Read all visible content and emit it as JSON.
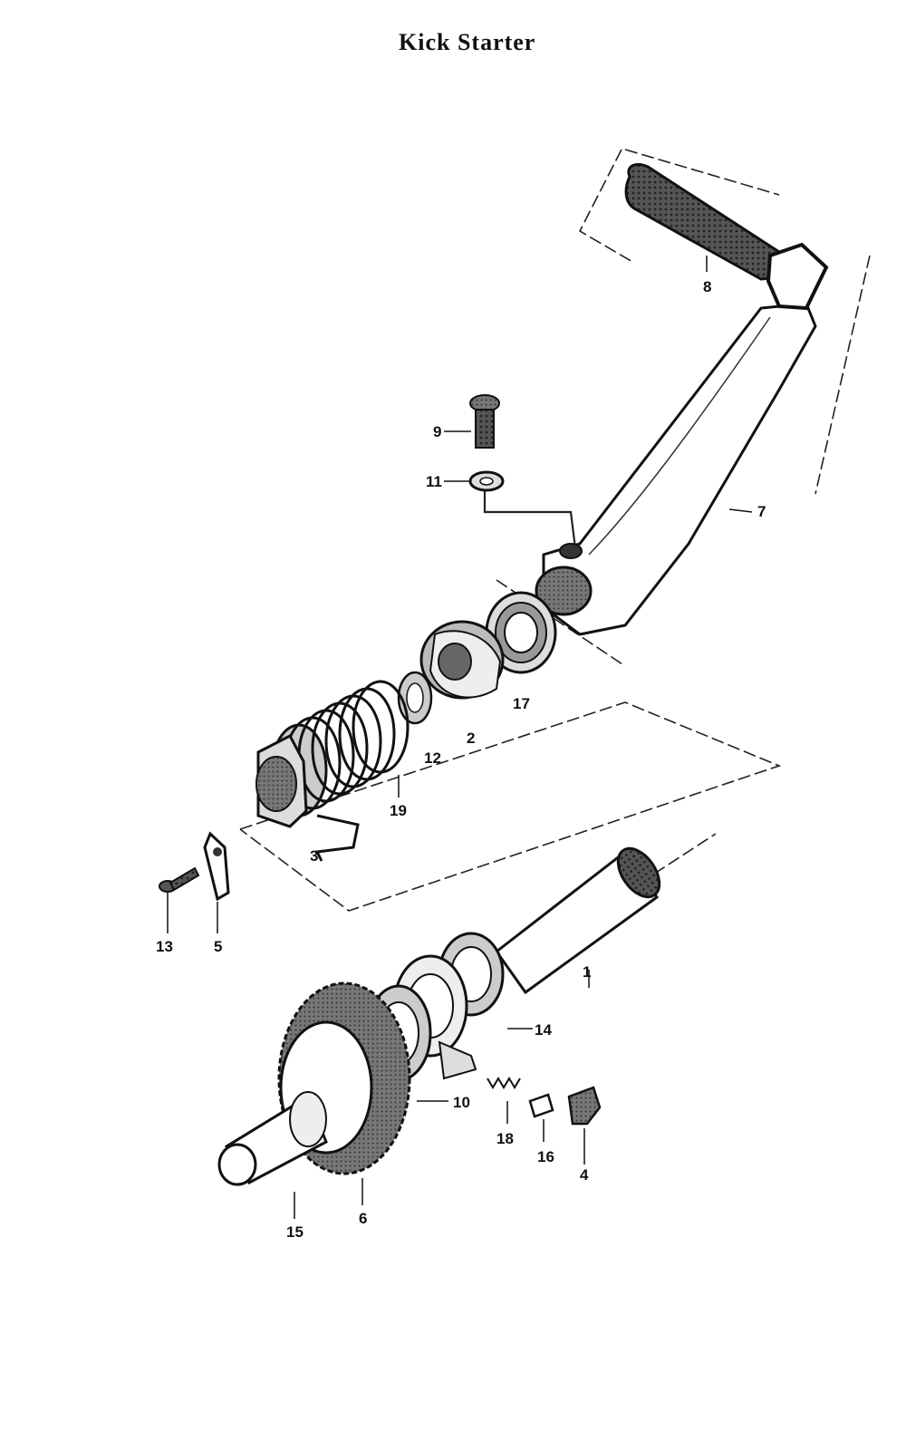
{
  "title": "Kick Starter",
  "parts": [
    {
      "id": "p1",
      "number": "1"
    },
    {
      "id": "p2",
      "number": "2"
    },
    {
      "id": "p3",
      "number": "3"
    },
    {
      "id": "p4",
      "number": "4"
    },
    {
      "id": "p5",
      "number": "5"
    },
    {
      "id": "p6",
      "number": "6"
    },
    {
      "id": "p7",
      "number": "7"
    },
    {
      "id": "p8",
      "number": "8"
    },
    {
      "id": "p9",
      "number": "9"
    },
    {
      "id": "p10",
      "number": "10"
    },
    {
      "id": "p11",
      "number": "11"
    },
    {
      "id": "p12",
      "number": "12"
    },
    {
      "id": "p13",
      "number": "13"
    },
    {
      "id": "p14",
      "number": "14"
    },
    {
      "id": "p15",
      "number": "15"
    },
    {
      "id": "p16",
      "number": "16"
    },
    {
      "id": "p17",
      "number": "17"
    },
    {
      "id": "p18",
      "number": "18"
    },
    {
      "id": "p19",
      "number": "19"
    }
  ]
}
